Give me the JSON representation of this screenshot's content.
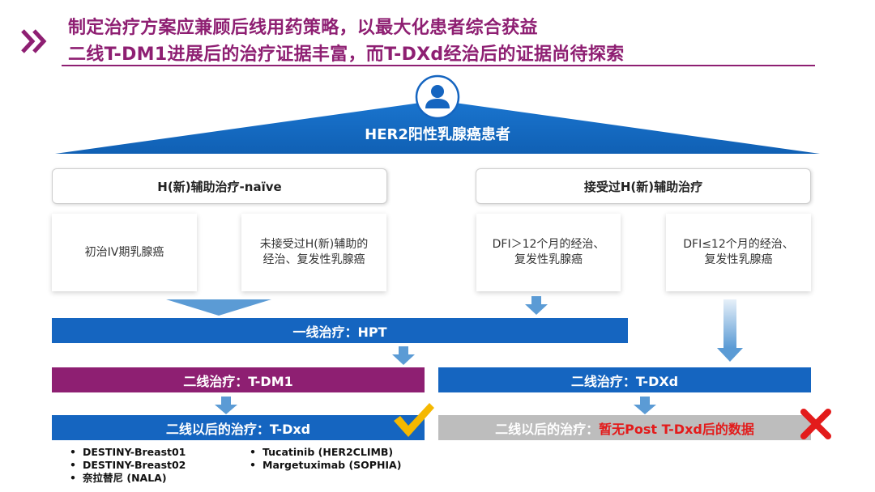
{
  "header": {
    "title_line1": "制定治疗方案应兼顾后线用药策略，以最大化患者综合获益",
    "title_line2": "二线T-DM1进展后的治疗证据丰富，而T-DXd经治后的证据尚待探索"
  },
  "patient": {
    "label": "HER2阳性乳腺癌患者"
  },
  "groups": {
    "left": {
      "header": "H(新)辅助治疗-naïve",
      "sub1": "初治IV期乳腺癌",
      "sub2_line1": "未接受过H(新)辅助的",
      "sub2_line2": "经治、复发性乳腺癌"
    },
    "right": {
      "header": "接受过H(新)辅助治疗",
      "sub1_line1": "DFI＞12个月的经治、",
      "sub1_line2": "复发性乳腺癌",
      "sub2_line1": "DFI≤12个月的经治、",
      "sub2_line2": "复发性乳腺癌"
    }
  },
  "bars": {
    "first_line": "一线治疗：HPT",
    "second_left": "二线治疗：T-DM1",
    "second_right": "二线治疗：T-DXd",
    "later_left": "二线以后的治疗：T-Dxd",
    "later_right_prefix": "二线以后的治疗：",
    "later_right_highlight": "暂无Post T-Dxd后的数据"
  },
  "evidence": {
    "col1": [
      "DESTINY-Breast01",
      "DESTINY-Breast02",
      "奈拉替尼 (NALA)"
    ],
    "col2": [
      "Tucatinib (HER2CLIMB)",
      "Margetuximab (SOPHIA)"
    ]
  },
  "icons": {
    "chevron": "double-chevron-icon",
    "patient": "person-icon",
    "check": "check-mark-icon",
    "cross": "cross-mark-icon"
  },
  "colors": {
    "purple": "#8e1f72",
    "blue": "#1565c0",
    "light_blue_arrow": "#5b9bd5",
    "grey": "#bdbdbd",
    "red": "#e31b1b",
    "check_yellow": "#f5b800"
  }
}
